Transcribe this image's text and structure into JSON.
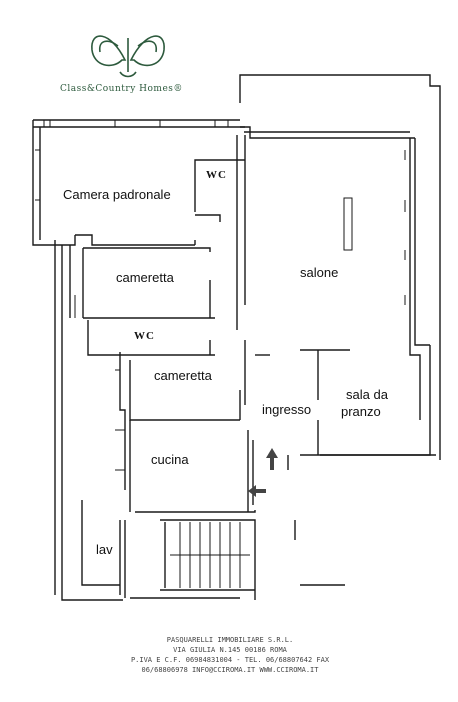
{
  "brand": {
    "name": "Class&Country Homes",
    "mark": "®",
    "color": "#2d5a3d"
  },
  "rooms": {
    "camera_padronale": "Camera padronale",
    "cameretta_1": "cameretta",
    "cameretta_2": "cameretta",
    "wc_1": "WC",
    "wc_2": "WC",
    "salone": "salone",
    "sala_da_pranzo_line1": "sala da",
    "sala_da_pranzo_line2": "pranzo",
    "ingresso": "ingresso",
    "cucina": "cucina",
    "lav": "lav"
  },
  "footer": {
    "company": "PASQUARELLI IMMOBILIARE S.R.L.",
    "address": "VIA GIULIA N.145 00186 ROMA",
    "tax": "P.IVA E C.F. 06984831004 - TEL. 06/68807642 FAX",
    "contacts": "06/68806978 INFO@CCIROMA.IT  WWW.CCIROMA.IT"
  },
  "colors": {
    "wall": "#1a1a1a",
    "arrow": "#444444",
    "logo": "#2d5a3d"
  }
}
